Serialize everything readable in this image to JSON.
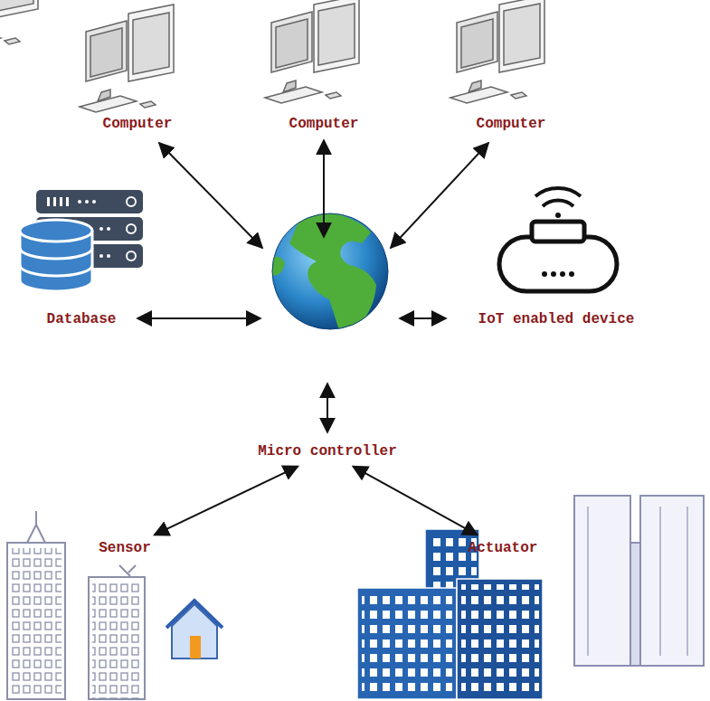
{
  "diagram": {
    "nodes": [
      {
        "text": [
          "Computer"
        ]
      },
      {
        "text": [
          "Computer"
        ]
      },
      {
        "text": [
          "Computer"
        ]
      },
      {
        "text": [
          "Database"
        ]
      },
      {
        "text": [
          "IoT enabled device"
        ]
      },
      {
        "text": [
          "Micro controller"
        ]
      },
      {
        "text": [
          "Sensor"
        ]
      },
      {
        "text": [
          "Actuator"
        ]
      }
    ],
    "edges": [
      {
        "from": 5,
        "to": 6,
        "arrow": "both"
      },
      {
        "from": 5,
        "to": 7,
        "arrow": "both"
      }
    ]
  }
}
